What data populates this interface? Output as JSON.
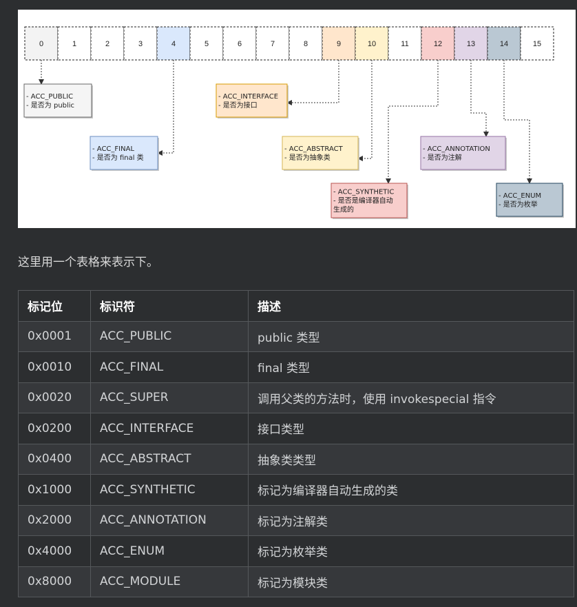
{
  "diagram": {
    "bits": [
      {
        "label": "0",
        "color": "#f3f3f3"
      },
      {
        "label": "1",
        "color": "#ffffff"
      },
      {
        "label": "2",
        "color": "#ffffff"
      },
      {
        "label": "3",
        "color": "#ffffff"
      },
      {
        "label": "4",
        "color": "#dae8fc"
      },
      {
        "label": "5",
        "color": "#ffffff"
      },
      {
        "label": "6",
        "color": "#ffffff"
      },
      {
        "label": "7",
        "color": "#ffffff"
      },
      {
        "label": "8",
        "color": "#ffffff"
      },
      {
        "label": "9",
        "color": "#ffe6cc"
      },
      {
        "label": "10",
        "color": "#fff2cc"
      },
      {
        "label": "11",
        "color": "#ffffff"
      },
      {
        "label": "12",
        "color": "#f8cecc"
      },
      {
        "label": "13",
        "color": "#e1d5e7"
      },
      {
        "label": "14",
        "color": "#bac8d3"
      },
      {
        "label": "15",
        "color": "#ffffff"
      }
    ],
    "boxes": [
      {
        "bit": 0,
        "lines": [
          "- ACC_PUBLIC",
          "- 是否为 public"
        ],
        "color": "#f5f5f5",
        "stroke": "#666666"
      },
      {
        "bit": 4,
        "lines": [
          "- ACC_FINAL",
          "- 是否为 final 类"
        ],
        "color": "#dae8fc",
        "stroke": "#6c8ebf"
      },
      {
        "bit": 9,
        "lines": [
          "- ACC_INTERFACE",
          "- 是否为接口"
        ],
        "color": "#ffe6cc",
        "stroke": "#d79b00"
      },
      {
        "bit": 10,
        "lines": [
          "- ACC_ABSTRACT",
          "- 是否为抽象类"
        ],
        "color": "#fff2cc",
        "stroke": "#d6b656"
      },
      {
        "bit": 12,
        "lines": [
          "- ACC_SYNTHETIC",
          "- 是否是编译器自动",
          "生成的"
        ],
        "color": "#f8cecc",
        "stroke": "#b85450"
      },
      {
        "bit": 13,
        "lines": [
          "- ACC_ANNOTATION",
          "- 是否为注解"
        ],
        "color": "#e1d5e7",
        "stroke": "#9673a6"
      },
      {
        "bit": 14,
        "lines": [
          "- ACC_ENUM",
          "- 是否为枚举"
        ],
        "color": "#bac8d3",
        "stroke": "#23445d"
      }
    ]
  },
  "intro_text": "这里用一个表格来表示下。",
  "table": {
    "headers": [
      "标记位",
      "标识符",
      "描述"
    ],
    "rows": [
      [
        "0x0001",
        "ACC_PUBLIC",
        "public 类型"
      ],
      [
        "0x0010",
        "ACC_FINAL",
        "final 类型"
      ],
      [
        "0x0020",
        "ACC_SUPER",
        "调用父类的方法时，使用 invokespecial 指令"
      ],
      [
        "0x0200",
        "ACC_INTERFACE",
        "接口类型"
      ],
      [
        "0x0400",
        "ACC_ABSTRACT",
        "抽象类类型"
      ],
      [
        "0x1000",
        "ACC_SYNTHETIC",
        "标记为编译器自动生成的类"
      ],
      [
        "0x2000",
        "ACC_ANNOTATION",
        "标记为注解类"
      ],
      [
        "0x4000",
        "ACC_ENUM",
        "标记为枚举类"
      ],
      [
        "0x8000",
        "ACC_MODULE",
        "标记为模块类"
      ]
    ]
  }
}
